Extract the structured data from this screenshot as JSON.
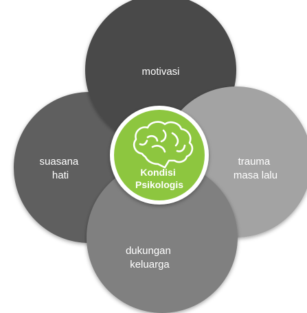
{
  "diagram": {
    "center": {
      "line1": "Kondisi",
      "line2": "Psikologis",
      "icon": "brain-icon",
      "color": "#8dc63f"
    },
    "petals": {
      "top": {
        "line1": "motivasi",
        "color": "#4a4a4a"
      },
      "right": {
        "line1": "trauma",
        "line2": "masa lalu",
        "color": "#a3a3a3"
      },
      "bottom": {
        "line1": "dukungan",
        "line2": "keluarga",
        "color": "#808080"
      },
      "left": {
        "line1": "suasana",
        "line2": "hati",
        "color": "#5e5e5e"
      }
    }
  }
}
